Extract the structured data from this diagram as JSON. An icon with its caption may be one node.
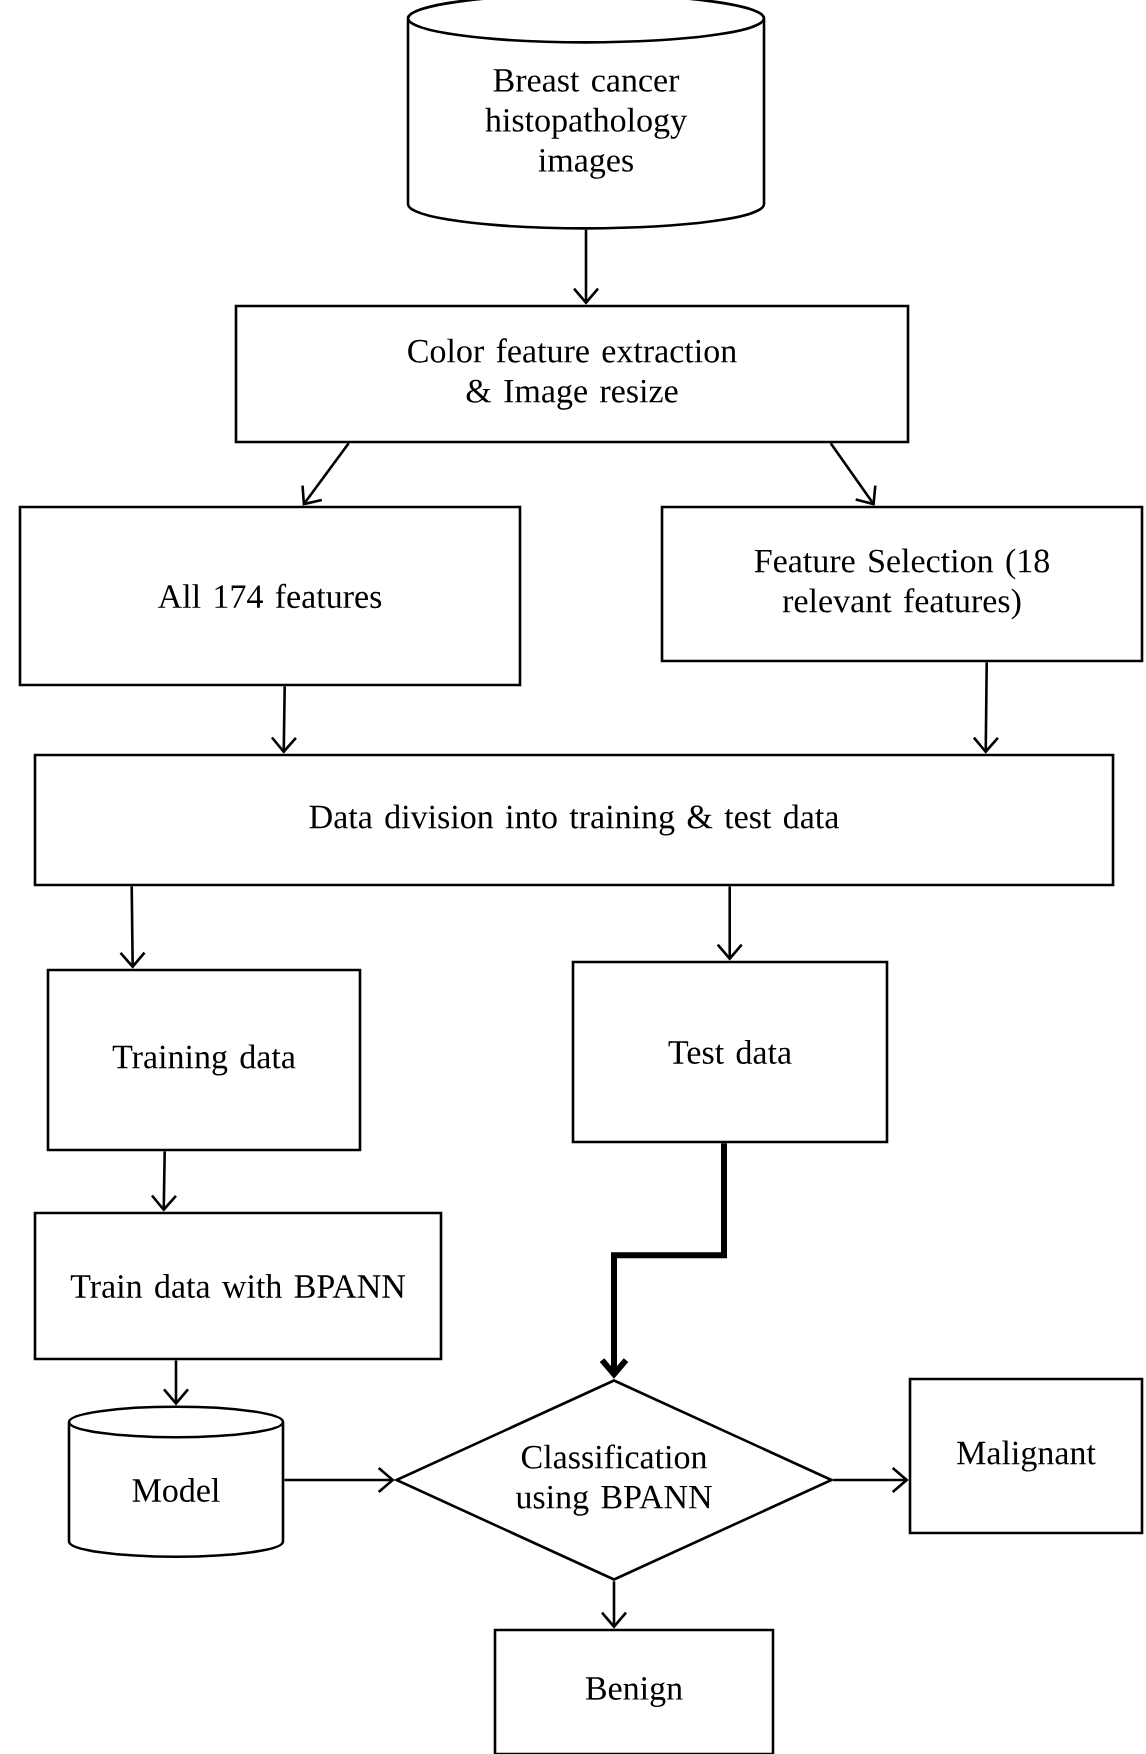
{
  "diagram": {
    "nodes": [
      {
        "text": [
          "Breast cancer histopathology images"
        ]
      },
      {
        "text": [
          "Color feature extraction & Image resize"
        ]
      },
      {
        "text": [
          "All 174 features"
        ]
      },
      {
        "text": [
          "Feature Selection (18 relevant features)"
        ]
      },
      {
        "text": [
          "Data division into training & test data"
        ]
      },
      {
        "text": [
          "Training data"
        ]
      },
      {
        "text": [
          "Test data"
        ]
      },
      {
        "text": [
          "Train data with BPANN"
        ]
      },
      {
        "text": [
          "Model"
        ]
      },
      {
        "text": [
          "Classification using BPANN"
        ]
      },
      {
        "text": [
          "Malignant"
        ]
      },
      {
        "text": [
          "Benign"
        ]
      }
    ],
    "edges": [
      {
        "from": 0,
        "to": 1,
        "arrow": "to"
      },
      {
        "from": 1,
        "to": 2,
        "arrow": "to"
      },
      {
        "from": 1,
        "to": 3,
        "arrow": "to"
      },
      {
        "from": 2,
        "to": 4,
        "arrow": "to"
      },
      {
        "from": 3,
        "to": 4,
        "arrow": "to"
      },
      {
        "from": 4,
        "to": 5,
        "arrow": "to"
      },
      {
        "from": 4,
        "to": 6,
        "arrow": "to"
      },
      {
        "from": 5,
        "to": 7,
        "arrow": "to"
      },
      {
        "from": 7,
        "to": 8,
        "arrow": "to"
      },
      {
        "from": 6,
        "to": 9,
        "arrow": "to",
        "style": "thick"
      },
      {
        "from": 8,
        "to": 9,
        "arrow": "to"
      },
      {
        "from": 9,
        "to": 10,
        "arrow": "to"
      },
      {
        "from": 9,
        "to": 11,
        "arrow": "to"
      }
    ]
  }
}
